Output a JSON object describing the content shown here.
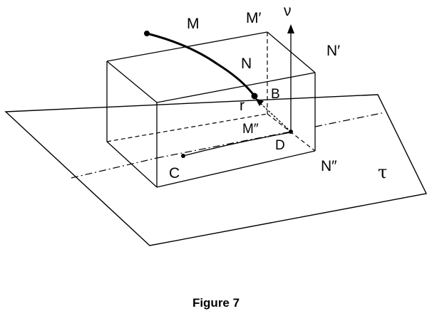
{
  "labels": {
    "M": "M",
    "M_prime": "M′",
    "nu": "ν",
    "N_prime": "N′",
    "N": "N",
    "B": "B",
    "r": "r",
    "M_dprime": "M″",
    "D": "D",
    "C": "C",
    "N_dprime": "N″",
    "tau": "τ"
  },
  "caption": "Figure 7",
  "colors": {
    "ink": "#000000",
    "background": "#ffffff"
  }
}
